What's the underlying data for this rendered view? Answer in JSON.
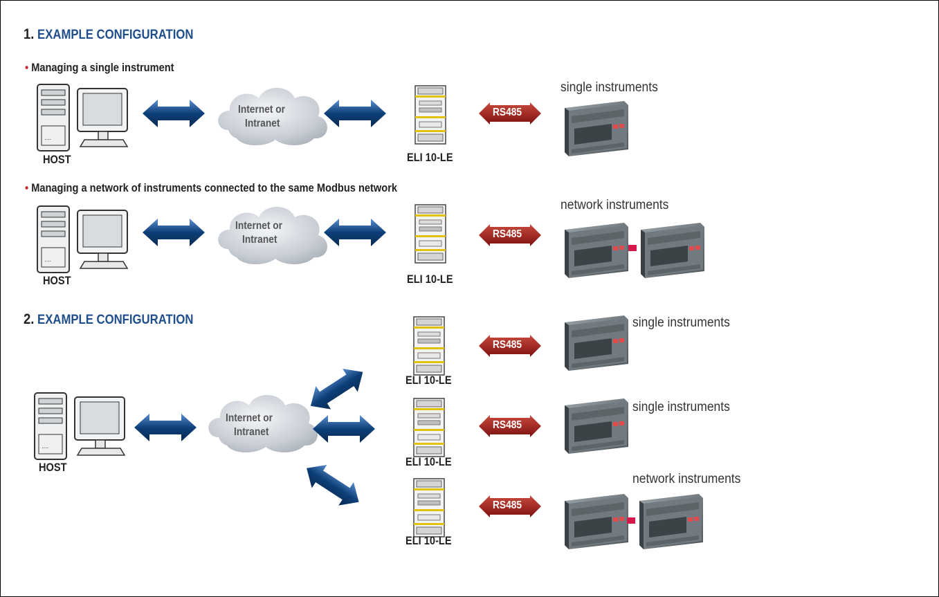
{
  "section1": {
    "number": "1.",
    "title": "EXAMPLE CONFIGURATION",
    "bullet_a": "Managing a single instrument",
    "bullet_b": "Managing a network of instruments connected to the same Modbus network"
  },
  "section2": {
    "number": "2.",
    "title": "EXAMPLE CONFIGURATION"
  },
  "labels": {
    "host": "HOST",
    "cloud_line1": "Internet or",
    "cloud_line2": "Intranet",
    "gateway": "ELI 10-LE",
    "bus": "RS485",
    "single": "single instruments",
    "network": "network instruments"
  },
  "colors": {
    "heading": "#1f4e8c",
    "arrow": "#0d3f78",
    "rs485": "#9b1b1b",
    "bullet": "#c62828"
  }
}
